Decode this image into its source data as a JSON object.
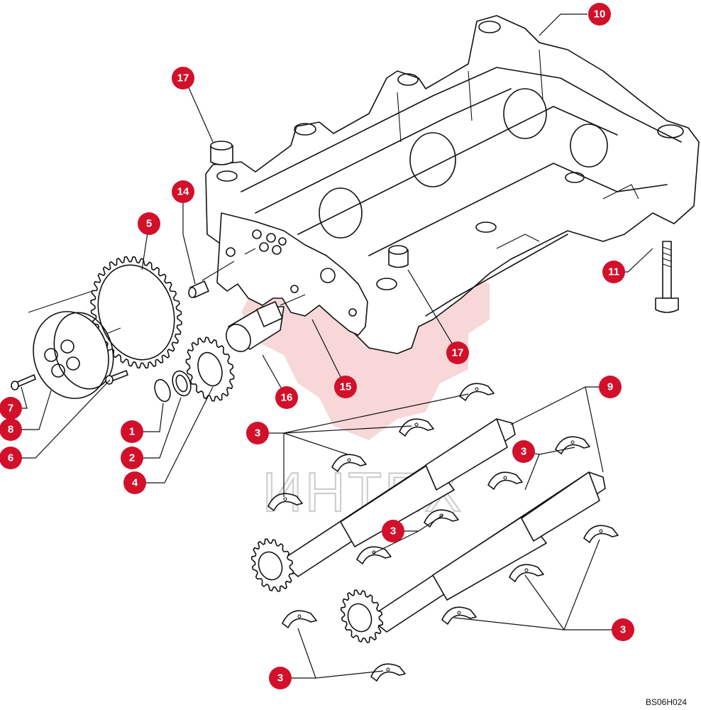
{
  "watermark": {
    "text": "ИНТЕХ",
    "color": "#f4c9c9"
  },
  "drawing_code": "BS06H024",
  "callout_color": "#d2102a",
  "callouts": [
    "10",
    "17",
    "14",
    "5",
    "11",
    "17",
    "16",
    "15",
    "7",
    "8",
    "6",
    "1",
    "2",
    "4",
    "9",
    "3",
    "3",
    "3",
    "3",
    "3"
  ],
  "parts": [
    {
      "name": "balancer-housing",
      "number": "10"
    },
    {
      "name": "bushing-top",
      "number": "17"
    },
    {
      "name": "pin",
      "number": "14"
    },
    {
      "name": "driven-gear",
      "number": "5"
    },
    {
      "name": "bolt",
      "number": "11"
    },
    {
      "name": "bushing-housing",
      "number": "17"
    },
    {
      "name": "shaft-sleeve",
      "number": "16"
    },
    {
      "name": "gasket-plate",
      "number": "15"
    },
    {
      "name": "screw",
      "number": "7"
    },
    {
      "name": "hub",
      "number": "8"
    },
    {
      "name": "hub-bolt",
      "number": "6"
    },
    {
      "name": "snap-ring",
      "number": "1"
    },
    {
      "name": "washer",
      "number": "2"
    },
    {
      "name": "small-gear",
      "number": "4"
    },
    {
      "name": "balancer-shafts",
      "number": "9"
    },
    {
      "name": "bearing-shells",
      "number": "3"
    }
  ]
}
